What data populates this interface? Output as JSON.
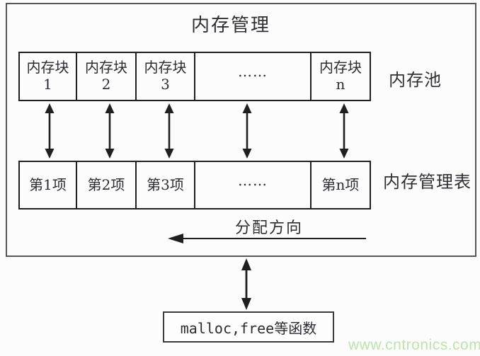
{
  "title": "内存管理",
  "memory_pool": {
    "label": "内存池",
    "cells": [
      {
        "line1": "内存块",
        "line2": "1"
      },
      {
        "line1": "内存块",
        "line2": "2"
      },
      {
        "line1": "内存块",
        "line2": "3"
      },
      {
        "dots": "……"
      },
      {
        "line1": "内存块",
        "line2": "n"
      }
    ]
  },
  "management_table": {
    "label": "内存管理表",
    "cells": [
      {
        "label": "第1项"
      },
      {
        "label": "第2项"
      },
      {
        "label": "第3项"
      },
      {
        "dots": "……"
      },
      {
        "label": "第n项"
      }
    ]
  },
  "allocation": {
    "label": "分配方向"
  },
  "functions_box": {
    "label": "malloc,free等函数"
  },
  "watermark": "www.cntronics.com",
  "colors": {
    "line": "#1f1f1f",
    "frame": "#57575a",
    "watermark_green": "#bfe3ad",
    "background": "#fcfcfc"
  }
}
